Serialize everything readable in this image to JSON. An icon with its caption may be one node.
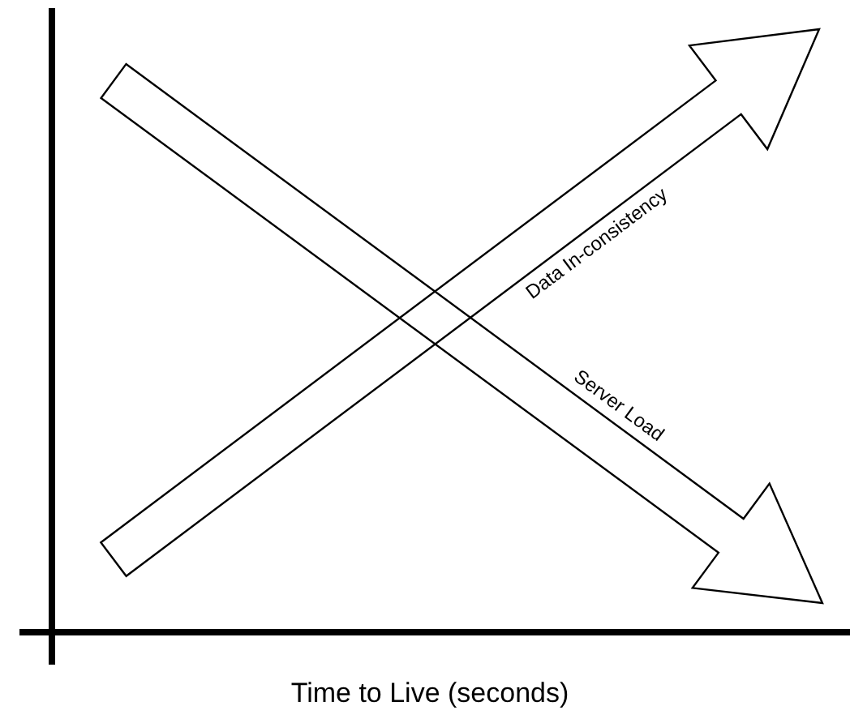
{
  "diagram": {
    "labels": [
      "Data In-consistency",
      "Server Load",
      "Time to Live (seconds)"
    ]
  }
}
